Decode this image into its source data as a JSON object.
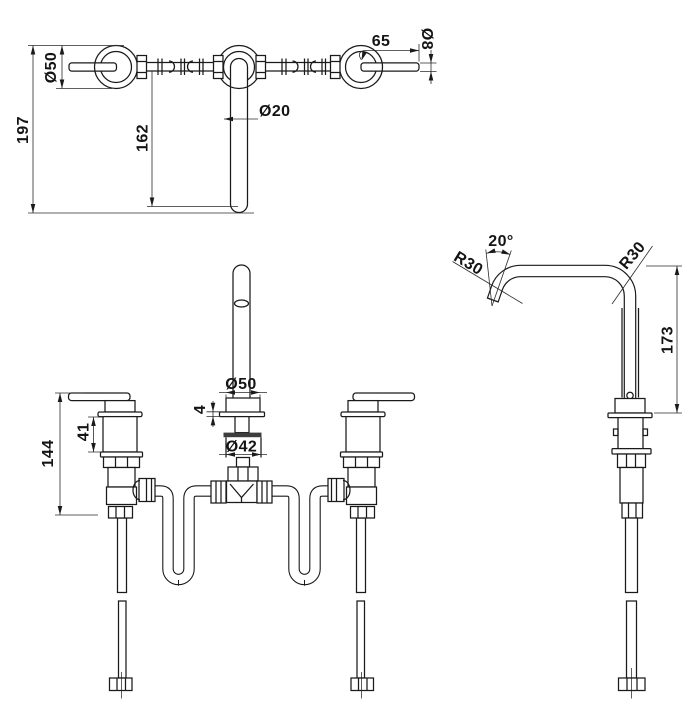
{
  "drawing": {
    "background": "#ffffff",
    "line_color": "#1a1a1a",
    "dim_line_color": "#2b2b2b",
    "views": {
      "top_view": {
        "name": "top-view-plan",
        "dims": {
          "overall_depth": "197",
          "handle_flange_diameter": "Ø50",
          "spout_reach": "162",
          "spout_tube_diameter": "Ø20",
          "lever_length": "65",
          "lever_diameter": "Ø8"
        }
      },
      "side_view": {
        "name": "side-view-spout",
        "dims": {
          "spout_angle": "20°",
          "bend_radius_left": "R30",
          "bend_radius_right": "R30",
          "spout_height": "173"
        }
      },
      "front_view": {
        "name": "front-view",
        "dims": {
          "flange_diameter": "Ø50",
          "flange_thickness": "4",
          "base_diameter": "Ø42",
          "valve_body_height": "41",
          "overall_height": "144"
        }
      }
    }
  }
}
